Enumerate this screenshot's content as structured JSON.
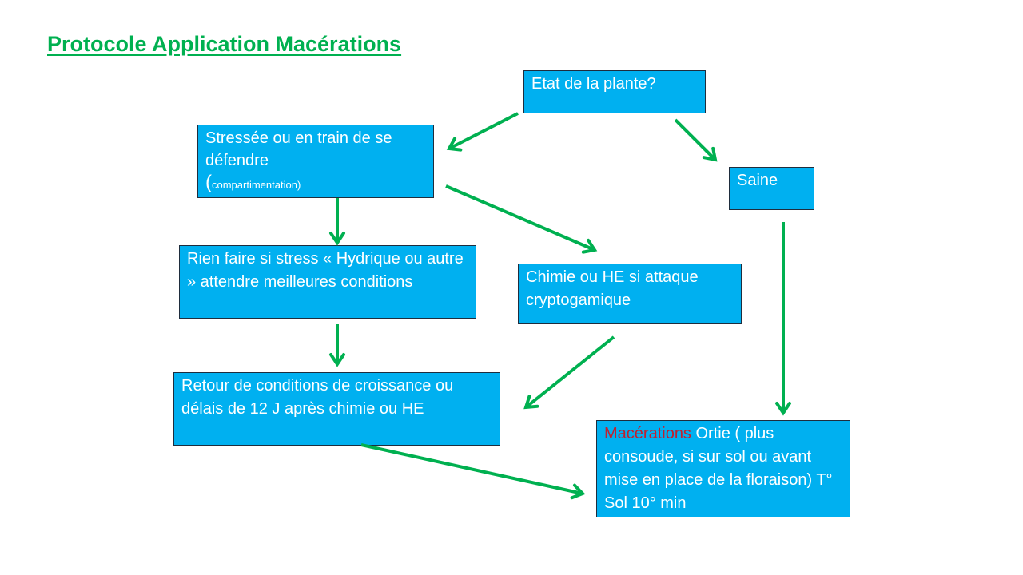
{
  "title": "Protocole Application Macérations",
  "nodes": {
    "etat": "Etat de la plante?",
    "stressee": "Stressée ou en train de se défendre",
    "stressee_paren": "(",
    "stressee_note": "compartimentation)",
    "saine": "Saine",
    "rien": "Rien faire si stress « Hydrique ou autre » attendre meilleures conditions",
    "chimie": "Chimie ou HE si attaque cryptogamique",
    "retour": "Retour de conditions de croissance ou délais de 12 J après chimie ou HE",
    "macerations_highlight": "Macérations",
    "macerations_rest": " Ortie ( plus consoude, si sur sol ou avant mise en place de la floraison) T° Sol 10° min"
  },
  "colors": {
    "box": "#00B0F0",
    "arrow": "#00B050",
    "title": "#00B050",
    "highlight": "#C0202F"
  }
}
